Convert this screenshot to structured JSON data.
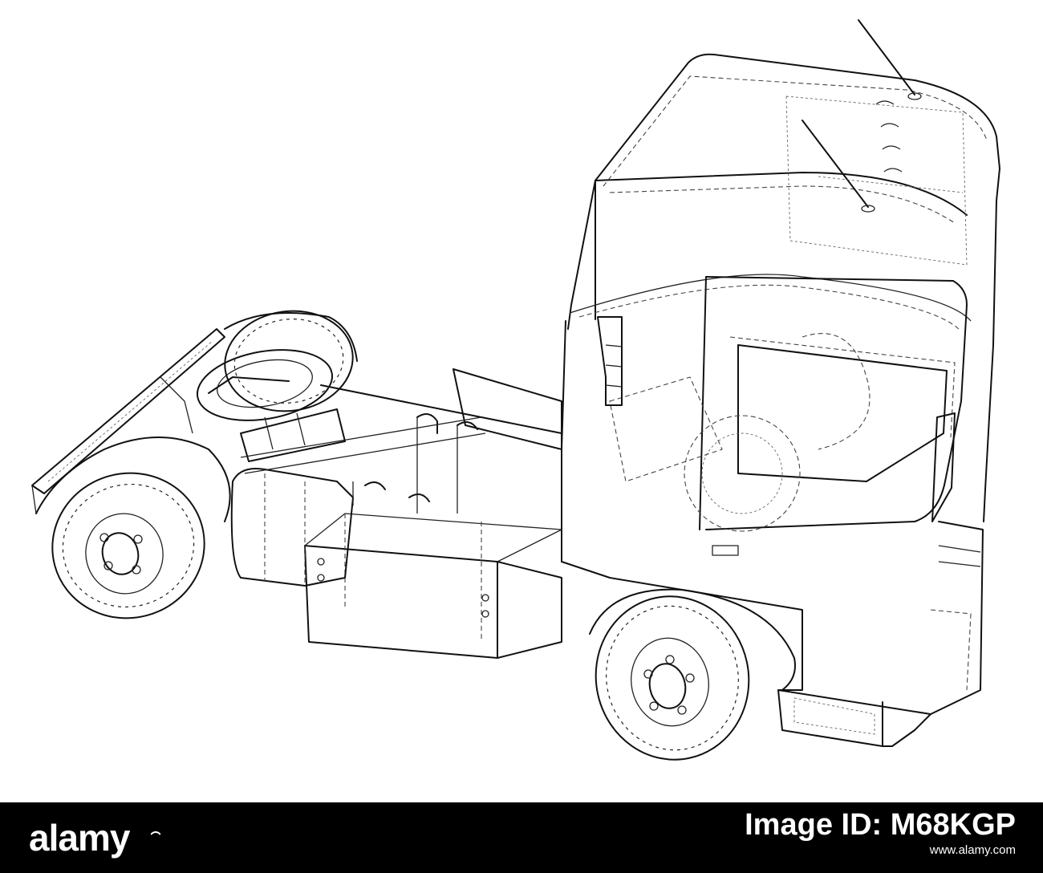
{
  "illustration": {
    "subject": "truck-wireframe",
    "line_color": "#111111",
    "background_color": "#ffffff"
  },
  "footer": {
    "background_color": "#000000",
    "brand": "alamy",
    "image_id_label": "Image ID: M68KGP",
    "site": "www.alamy.com"
  }
}
